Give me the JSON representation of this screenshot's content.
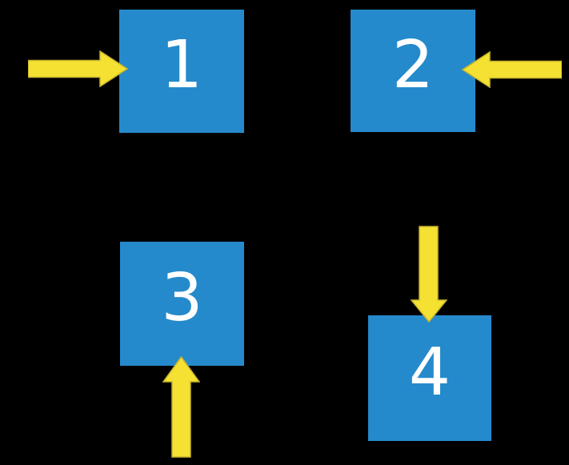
{
  "diagram": {
    "background_color": "#000000",
    "square_fill_color": "#258acb",
    "arrow_fill_color": "#f5e132",
    "arrow_outline_color": "#c6b42c",
    "number_text_color": "#ffffff",
    "squares": [
      {
        "label": "1",
        "arrow_direction": "right",
        "arrow_points_at": "left side of square 1"
      },
      {
        "label": "2",
        "arrow_direction": "left",
        "arrow_points_at": "right side of square 2"
      },
      {
        "label": "3",
        "arrow_direction": "up",
        "arrow_points_at": "bottom side of square 3"
      },
      {
        "label": "4",
        "arrow_direction": "down",
        "arrow_points_at": "top side of square 4"
      }
    ]
  }
}
